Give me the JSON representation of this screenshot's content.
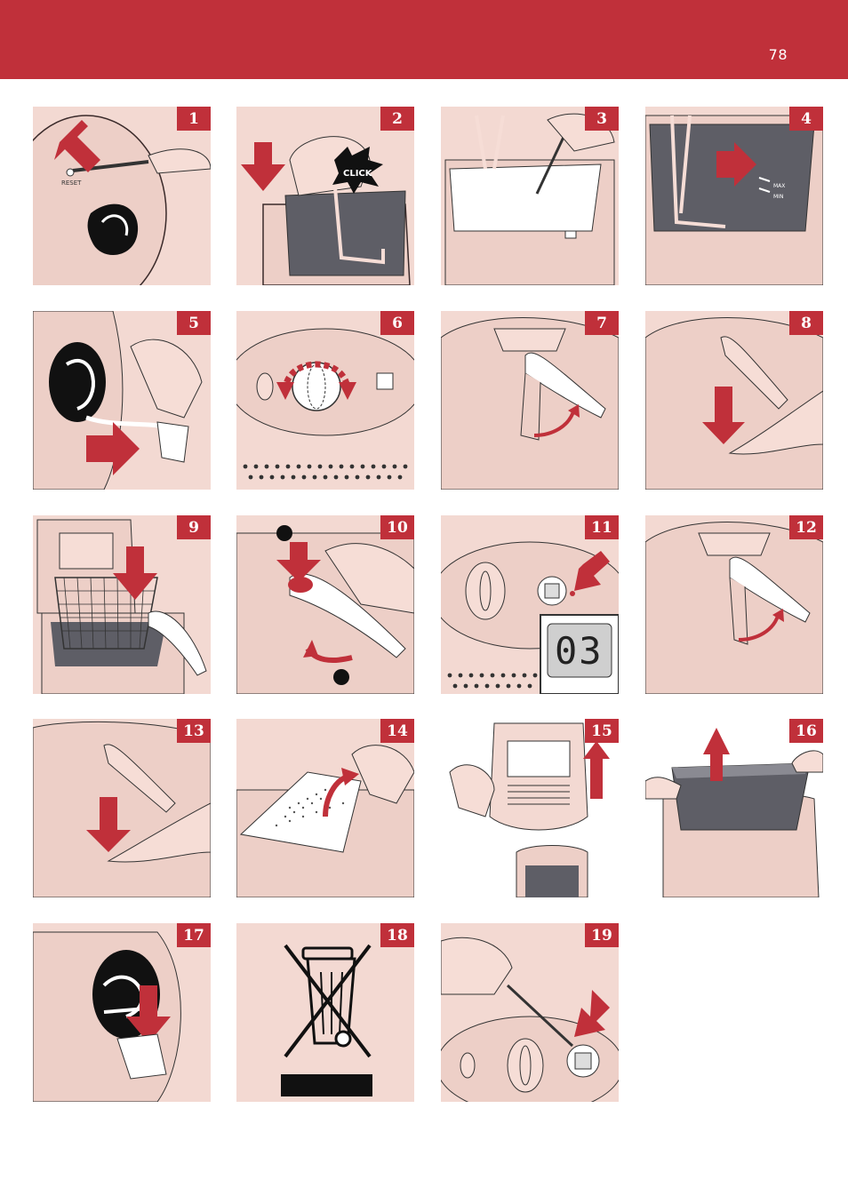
{
  "page": {
    "number": "78",
    "accent_color": "#c0303a",
    "panel_color": "#f3d9d2"
  },
  "panels": [
    {
      "step": "1",
      "labels": {
        "reset": "RESET"
      }
    },
    {
      "step": "2",
      "labels": {
        "click": "CLICK"
      }
    },
    {
      "step": "3"
    },
    {
      "step": "4",
      "labels": {
        "max": "MAX",
        "min": "MIN"
      }
    },
    {
      "step": "5"
    },
    {
      "step": "6"
    },
    {
      "step": "7"
    },
    {
      "step": "8"
    },
    {
      "step": "9"
    },
    {
      "step": "10"
    },
    {
      "step": "11",
      "labels": {
        "display": "03"
      }
    },
    {
      "step": "12"
    },
    {
      "step": "13"
    },
    {
      "step": "14"
    },
    {
      "step": "15"
    },
    {
      "step": "16"
    },
    {
      "step": "17"
    },
    {
      "step": "18"
    },
    {
      "step": "19"
    }
  ]
}
